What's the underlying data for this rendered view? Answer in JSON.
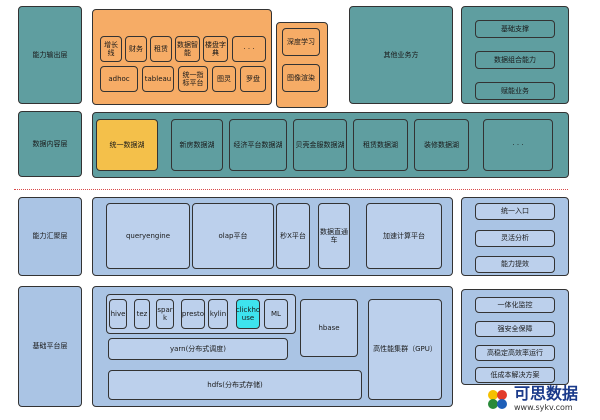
{
  "layers": {
    "capability_output": "能力输出层",
    "data_content": "数据内容层",
    "capability_aggregation": "能力汇聚层",
    "base_platform": "基础平台层"
  },
  "output": {
    "growth": "增长\n线",
    "finance": "财务",
    "rental": "租赁",
    "data_intel": "数据智\n能",
    "building_dict": "楼盘字\n典",
    "more": "·  ·  ·",
    "adhoc": "adhoc",
    "tableau": "tableau",
    "unified_metrics": "统一指\n标平台",
    "tuling": "图灵",
    "luopan": "罗盘",
    "deep_learning": "深度学习",
    "image_render": "图像渲染",
    "other_business": "其他业务方",
    "basic_support": "基础支撑",
    "data_combination": "数据组合能力",
    "empower_business": "赋能业务"
  },
  "content": {
    "unified_lake": "统一数据湖",
    "new_house_lake": "新房数据湖",
    "broker_platform_lake": "经济平台数据湖",
    "finance_service_lake": "贝壳金服数据湖",
    "rental_lake": "租赁数据湖",
    "decoration_lake": "装修数据湖",
    "more": "·  ·  ·"
  },
  "aggregation": {
    "queryengine": "queryengine",
    "olap": "olap平台",
    "second_x": "秒X平台",
    "data_direct": "数据直通\n车",
    "accelerated_compute": "加速计算平台",
    "unified_entry": "统一入口",
    "flexible_analysis": "灵活分析",
    "capability_boost": "能力提效"
  },
  "platform": {
    "hive": "hive",
    "tez": "tez",
    "spark": "spar\nk",
    "presto": "presto",
    "kylin": "kylin",
    "clickhouse": "clickho\nuse",
    "ml": "ML",
    "hbase": "hbase",
    "yarn": "yarn(分布式调度)",
    "hdfs": "hdfs(分布式存储)",
    "high_perf_cluster": "高性能集群（GPU）",
    "integrated_monitoring": "一体化监控",
    "strong_security": "强安全保障",
    "high_stability": "高稳定高效率运行",
    "low_cost": "低成本解决方案"
  },
  "watermark": {
    "name": "可思数据",
    "url": "www.sykv.com"
  },
  "colors": {
    "teal": "#5f9ea0",
    "blue": "#aac4e4",
    "orange": "#f6ac66",
    "yellow": "#f4c04a",
    "cyan": "#3ee3ee",
    "separator": "#d94848"
  }
}
